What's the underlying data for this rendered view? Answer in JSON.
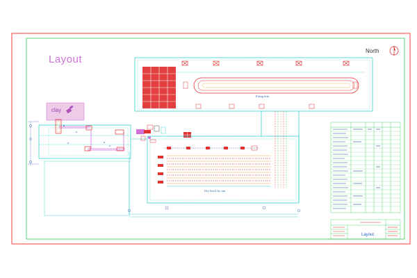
{
  "drawing": {
    "title": "Layout",
    "north_label": "North",
    "clay_label": "clay",
    "drying_label": "Firing kiln",
    "dry_brick_label": "Dry brick by sun",
    "title_block_name": "Layout"
  },
  "colors": {
    "outer_border": "#ff3b3b",
    "inner_border": "#33cc55",
    "cyan": "#22cccc",
    "red": "#e03030",
    "orange": "#e8a040",
    "blue": "#3060c0",
    "magenta": "#d070d8"
  }
}
